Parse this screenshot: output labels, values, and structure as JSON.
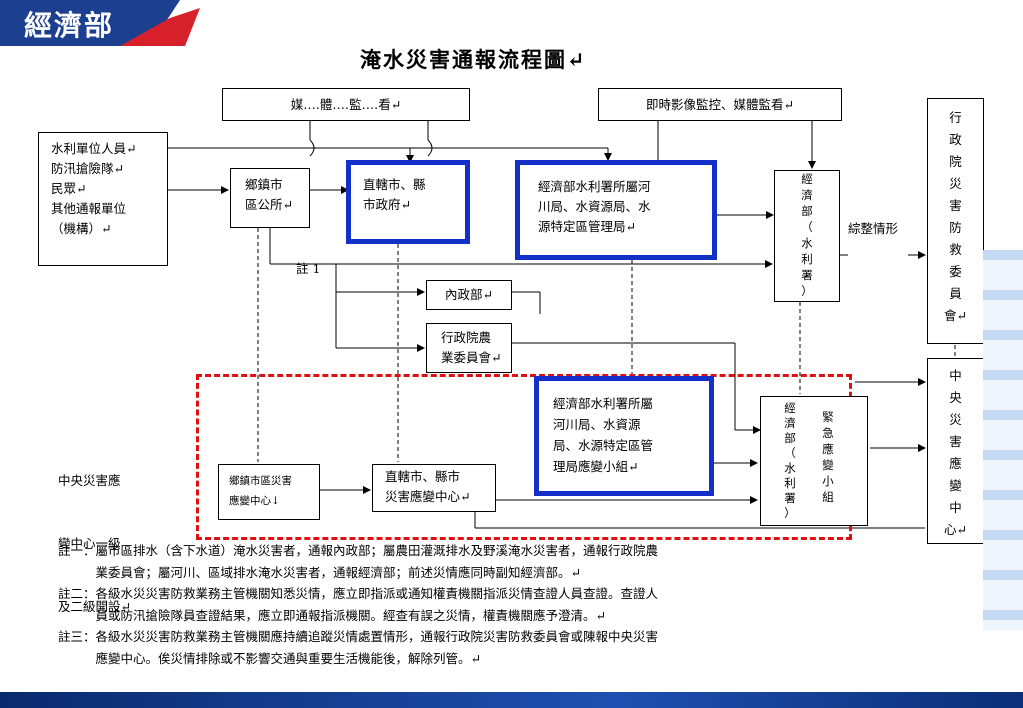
{
  "header": {
    "logo": "經濟部"
  },
  "title": "淹水災害通報流程圖↵",
  "boxes": {
    "media": "媒‥‥體‥‥監‥‥看↵",
    "realtime": "即時影像監控、媒體監看↵",
    "reporters": [
      "水利單位人員↵",
      "防汛搶險隊↵",
      "民眾↵",
      "其他通報單位",
      "（機構）↵"
    ],
    "township": [
      "鄉鎮市",
      "區公所↵"
    ],
    "city": [
      "直轄市、縣",
      "市政府↵"
    ],
    "wra": [
      "經濟部水利署所屬河",
      "川局、水資源局、水",
      "源特定區管理局↵"
    ],
    "moea": [
      "經",
      "濟",
      "部",
      "（",
      "水",
      "利",
      "署",
      "）"
    ],
    "summary": "綜整情形",
    "ey_disaster": [
      "行",
      "政",
      "院",
      "災",
      "害",
      "防",
      "救",
      "委",
      "員",
      "會↵"
    ],
    "note1": "註 1",
    "moi": "內政部↵",
    "coa": [
      "行政院農",
      "業委員會↵"
    ],
    "central_label": [
      "中央災害應",
      "變中心一級",
      "及二級開設↵"
    ],
    "wra_emerg": [
      "經濟部水利署所屬",
      "河川局、水資源",
      "局、水源特定區管",
      "理局應變小組↵"
    ],
    "moea_emerg_left": [
      "經",
      "濟",
      "部",
      "（",
      "水",
      "利",
      "署",
      "）"
    ],
    "moea_emerg_right": [
      "緊",
      "急",
      "應",
      "變",
      "小",
      "組"
    ],
    "central_center": [
      "中",
      "央",
      "災",
      "害",
      "應",
      "變",
      "中",
      "心↵"
    ],
    "township_emerg": [
      "鄉鎮市區災害",
      "應變中心↓"
    ],
    "city_emerg": [
      "直轄市、縣市",
      "災害應變中心↵"
    ]
  },
  "notes": [
    "註一：屬市區排水（含下水道）淹水災害者，通報內政部；屬農田灌溉排水及野溪淹水災害者，通報行政院農",
    "　　　業委員會；屬河川、區域排水淹水災害者，通報經濟部；前述災情應同時副知經濟部。↵",
    "註二：各級水災災害防救業務主管機關知悉災情，應立即指派或通知權責機關指派災情查證人員查證。查證人",
    "　　　員或防汛搶險隊員查證結果，應立即通報指派機關。經查有誤之災情，權責機關應予澄清。↵",
    "註三：各級水災災害防救業務主管機關應持續追蹤災情處置情形，通報行政院災害防救委員會或陳報中央災害",
    "　　　應變中心。俟災情排除或不影響交通與重要生活機能後，解除列管。↵"
  ]
}
